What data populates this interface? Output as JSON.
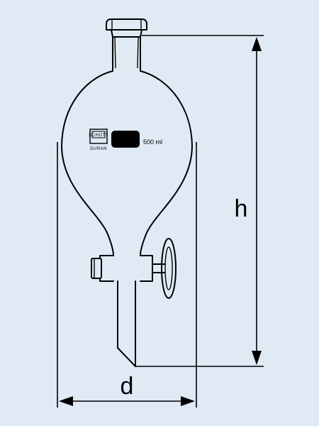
{
  "diagram": {
    "volume_label": "500 ml",
    "brand_top": "SCHOTT",
    "brand_bottom": "DURAN",
    "dimension_height": "h",
    "dimension_diameter": "d"
  },
  "colors": {
    "background": "#dfeaf5",
    "ink": "#000000"
  },
  "icons": {
    "brand_logo": "schott-logo-icon",
    "label_field": "label-field-icon"
  }
}
